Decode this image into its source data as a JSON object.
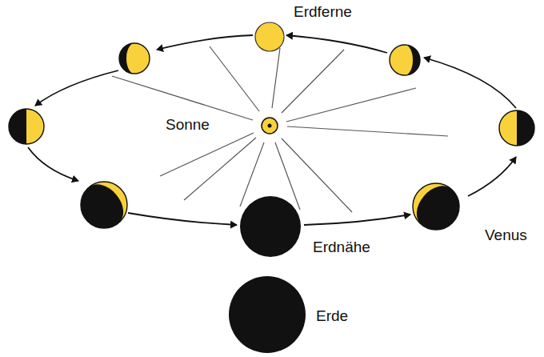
{
  "diagram": {
    "labels": [
      "Erdferne",
      "Sonne",
      "Erdnähe",
      "Venus",
      "Erde"
    ]
  }
}
